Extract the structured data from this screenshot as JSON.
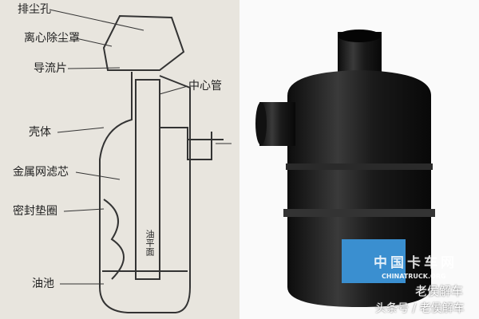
{
  "diagram": {
    "labels": {
      "dust_outlet": "排尘孔",
      "centrifugal_cover": "离心除尘罩",
      "guide_vane": "导流片",
      "center_tube": "中心管",
      "housing": "壳体",
      "mesh_filter": "金属网滤芯",
      "seal_gasket": "密封垫圈",
      "oil_level": "油平面",
      "oil_pan": "油池"
    }
  },
  "watermark": {
    "logo_cn": "中国卡车网",
    "logo_en": "CHINATRUCK.ORG",
    "author": "老侯解车",
    "source": "头条号 / 老侯解车"
  },
  "colors": {
    "diagram_bg": "#e8e5de",
    "filter_body": "#1a1a1a",
    "label_sticker": "#3a8fd0"
  }
}
